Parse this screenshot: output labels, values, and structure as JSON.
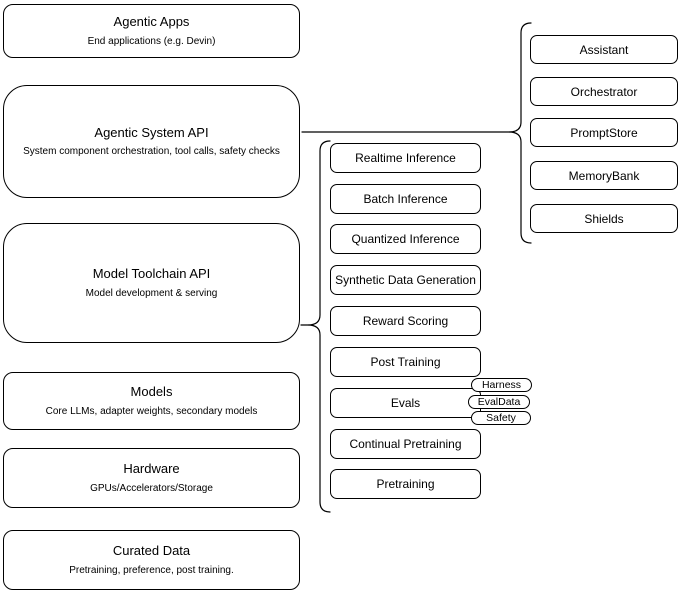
{
  "diagram": {
    "layers": [
      {
        "title": "Agentic Apps",
        "subtitle": "End applications (e.g. Devin)"
      },
      {
        "title": "Agentic System API",
        "subtitle": "System component orchestration, tool calls, safety checks"
      },
      {
        "title": "Model Toolchain API",
        "subtitle": "Model development & serving"
      },
      {
        "title": "Models",
        "subtitle": "Core LLMs, adapter weights, secondary models"
      },
      {
        "title": "Hardware",
        "subtitle": "GPUs/Accelerators/Storage"
      },
      {
        "title": "Curated Data",
        "subtitle": "Pretraining, preference, post training."
      }
    ],
    "toolchain_api_items": [
      "Realtime Inference",
      "Batch Inference",
      "Quantized Inference",
      "Synthetic Data Generation",
      "Reward Scoring",
      "Post Training",
      "Evals",
      "Continual Pretraining",
      "Pretraining"
    ],
    "evals_tags": [
      "Harness",
      "EvalData",
      "Safety"
    ],
    "system_api_components": [
      "Assistant",
      "Orchestrator",
      "PromptStore",
      "MemoryBank",
      "Shields"
    ],
    "colors": {
      "stroke": "#000000",
      "canvas_background": "#ffffff",
      "box_fill": "#ffffff"
    }
  }
}
